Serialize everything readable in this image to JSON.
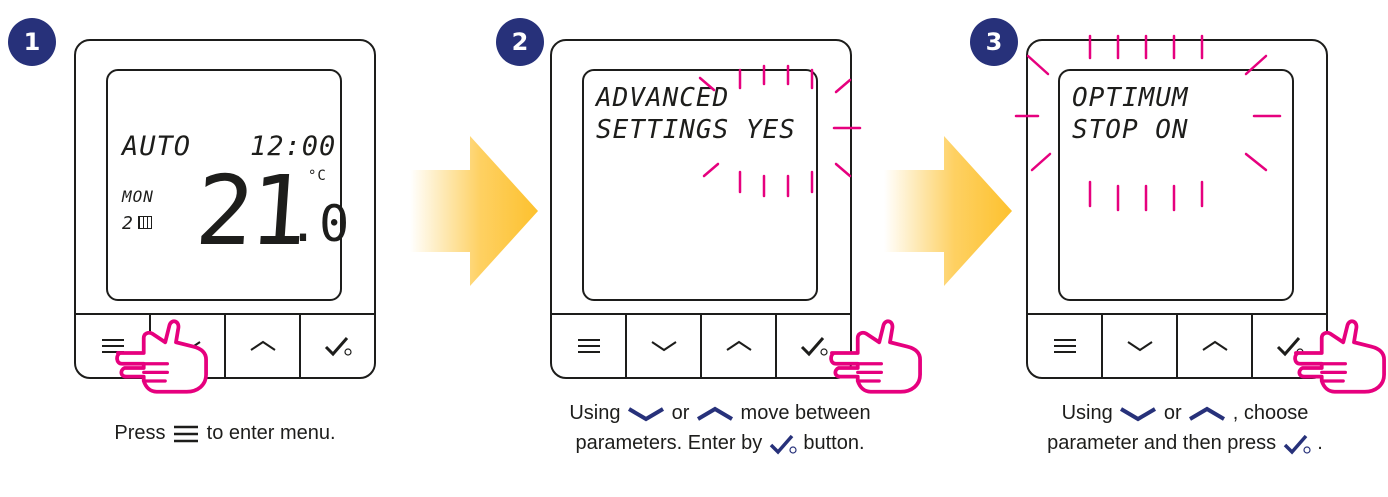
{
  "steps": [
    {
      "number": "1",
      "lcd": {
        "mode": "AUTO",
        "time": "12:00",
        "day": "MON",
        "program": "2",
        "temp_int": "21",
        "temp_dec": ".0",
        "unit": "°C"
      },
      "caption": {
        "pre": "Press",
        "post": "to enter menu."
      }
    },
    {
      "number": "2",
      "lcd": {
        "line1": "ADVANCED",
        "line2": "SETTINGS YES"
      },
      "caption": {
        "l1_pre": "Using",
        "l1_or": "or",
        "l1_post": "move between",
        "l2_pre": "parameters. Enter by",
        "l2_post": "button."
      }
    },
    {
      "number": "3",
      "lcd": {
        "line1": "OPTIMUM",
        "line2": "STOP ON"
      },
      "caption": {
        "l1_pre": "Using",
        "l1_or": "or",
        "l1_post": ", choose",
        "l2_pre": "parameter and then press",
        "l2_post": "."
      }
    }
  ],
  "buttons": {
    "menu": "menu-icon",
    "down": "chevron-down-icon",
    "up": "chevron-up-icon",
    "ok": "check-power-icon"
  },
  "colors": {
    "badge": "#27317a",
    "hand": "#e6007e",
    "rays": "#e6007e",
    "arrow": "#fdc12e",
    "outline": "#1d1d1b"
  }
}
